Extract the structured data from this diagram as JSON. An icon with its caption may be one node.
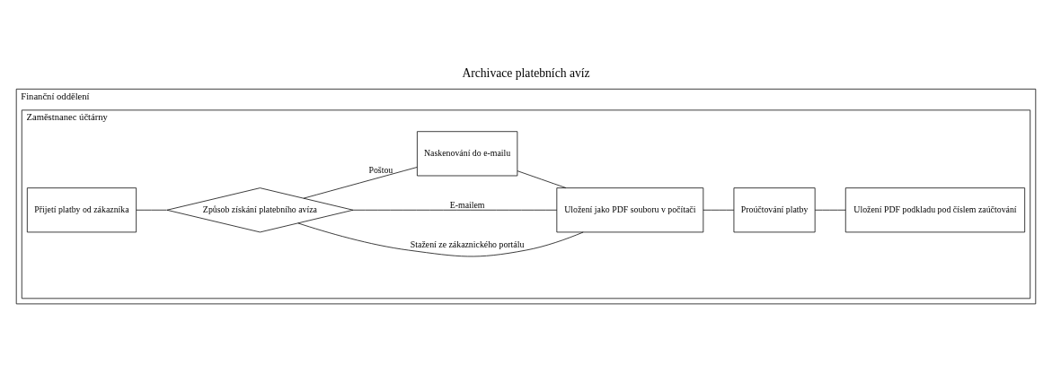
{
  "diagram": {
    "title": "Archivace platebních avíz",
    "nodes": [
      {
        "text": [
          "Finanční oddělení"
        ]
      },
      {
        "text": [
          "Zaměstnanec účtárny"
        ],
        "in": 0
      },
      {
        "text": [
          "Přijetí platby od zákazníka"
        ],
        "in": 1
      },
      {
        "text": [
          "Způsob získání platebního avíza"
        ],
        "in": 1
      },
      {
        "text": [
          "Uložení jako PDF souboru v počítači"
        ],
        "in": 1
      },
      {
        "text": [
          "Naskenování do e-mailu"
        ],
        "in": 1
      },
      {
        "text": [
          "Proúčtování platby"
        ],
        "in": 1
      },
      {
        "text": [
          "Uložení PDF podkladu pod číslem zaúčtování"
        ],
        "in": 1
      }
    ],
    "edges": [
      {
        "from": 2,
        "to": 3,
        "arrow": "none"
      },
      {
        "from": 3,
        "to": 4,
        "arrow": "none",
        "label": "Stažení ze zákaznického portálu"
      },
      {
        "from": 3,
        "to": 4,
        "arrow": "none",
        "label": "E-mailem"
      },
      {
        "from": 3,
        "to": 5,
        "arrow": "none",
        "label": "Poštou"
      },
      {
        "from": 5,
        "to": 4,
        "arrow": "none"
      },
      {
        "from": 4,
        "to": 6,
        "arrow": "none"
      },
      {
        "from": 6,
        "to": 7,
        "arrow": "none"
      }
    ]
  }
}
